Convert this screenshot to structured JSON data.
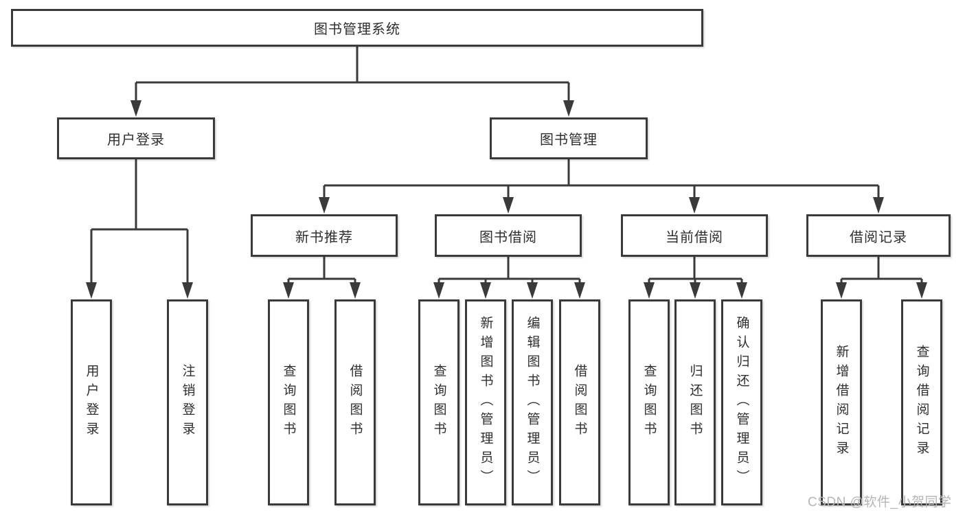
{
  "diagram": {
    "title": "图书管理系统",
    "nodes": [
      {
        "id": "root",
        "label": "图书管理系统"
      },
      {
        "id": "user-login",
        "label": "用户登录"
      },
      {
        "id": "book-mgmt",
        "label": "图书管理"
      },
      {
        "id": "new-rec",
        "label": "新书推荐"
      },
      {
        "id": "borrow",
        "label": "图书借阅"
      },
      {
        "id": "current",
        "label": "当前借阅"
      },
      {
        "id": "records",
        "label": "借阅记录"
      },
      {
        "id": "login",
        "label": "用户登录"
      },
      {
        "id": "logout",
        "label": "注销登录"
      },
      {
        "id": "rec-query",
        "label": "查询图书"
      },
      {
        "id": "rec-borrow",
        "label": "借阅图书"
      },
      {
        "id": "bor-query",
        "label": "查询图书"
      },
      {
        "id": "bor-add",
        "label": "新增图书（管理员）"
      },
      {
        "id": "bor-edit",
        "label": "编辑图书（管理员）"
      },
      {
        "id": "bor-borrow",
        "label": "借阅图书"
      },
      {
        "id": "cur-query",
        "label": "查询图书"
      },
      {
        "id": "cur-return",
        "label": "归还图书"
      },
      {
        "id": "cur-confirm",
        "label": "确认归还（管理员）"
      },
      {
        "id": "log-add",
        "label": "新增借阅记录"
      },
      {
        "id": "log-query",
        "label": "查询借阅记录"
      }
    ],
    "edges": [
      [
        "root",
        "user-login"
      ],
      [
        "root",
        "book-mgmt"
      ],
      [
        "user-login",
        "login"
      ],
      [
        "user-login",
        "logout"
      ],
      [
        "book-mgmt",
        "new-rec"
      ],
      [
        "book-mgmt",
        "borrow"
      ],
      [
        "book-mgmt",
        "current"
      ],
      [
        "book-mgmt",
        "records"
      ],
      [
        "new-rec",
        "rec-query"
      ],
      [
        "new-rec",
        "rec-borrow"
      ],
      [
        "borrow",
        "bor-query"
      ],
      [
        "borrow",
        "bor-add"
      ],
      [
        "borrow",
        "bor-edit"
      ],
      [
        "borrow",
        "bor-borrow"
      ],
      [
        "current",
        "cur-query"
      ],
      [
        "current",
        "cur-return"
      ],
      [
        "current",
        "cur-confirm"
      ],
      [
        "records",
        "log-add"
      ],
      [
        "records",
        "log-query"
      ]
    ],
    "line_color": "#3a3a3a"
  },
  "watermark": {
    "text": "CSDN @软件_小贺同学"
  }
}
